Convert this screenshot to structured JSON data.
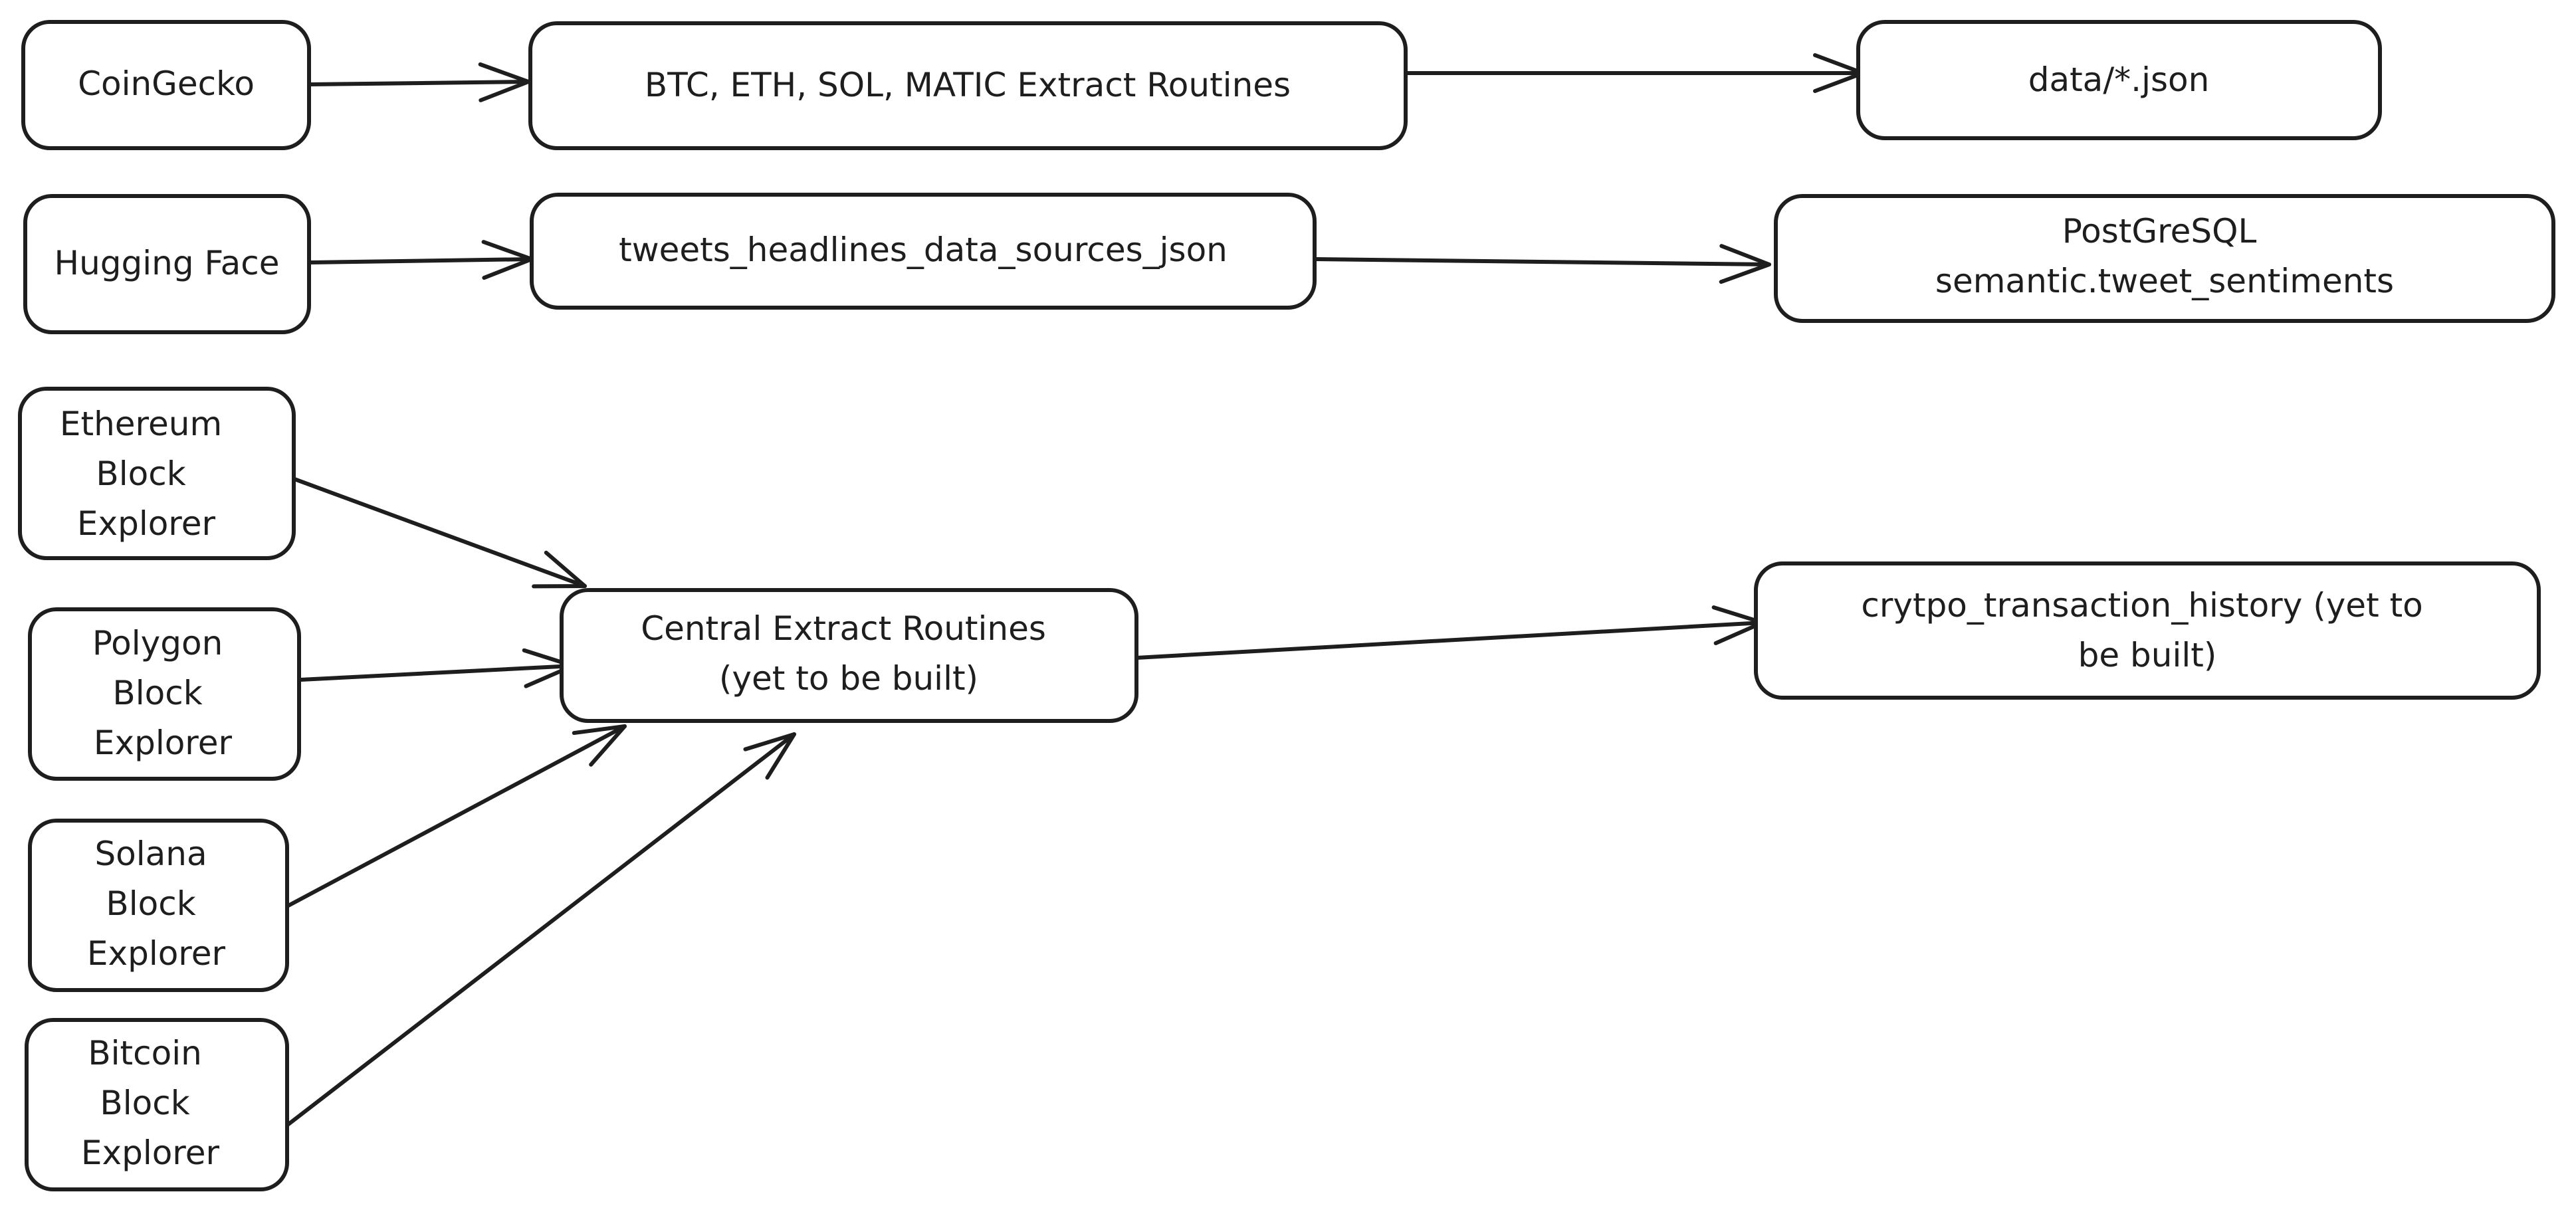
{
  "nodes": {
    "coingecko": {
      "lines": [
        "CoinGecko"
      ]
    },
    "extract_routines": {
      "lines": [
        "BTC, ETH, SOL, MATIC Extract Routines"
      ]
    },
    "data_json": {
      "lines": [
        "data/*.json"
      ]
    },
    "hugging_face": {
      "lines": [
        "Hugging Face"
      ]
    },
    "tweets_sources": {
      "lines": [
        "tweets_headlines_data_sources_json"
      ]
    },
    "postgresql": {
      "lines": [
        "PostGreSQL",
        "semantic.tweet_sentiments"
      ]
    },
    "ethereum_explorer": {
      "lines": [
        "Ethereum",
        "Block",
        "Explorer"
      ]
    },
    "polygon_explorer": {
      "lines": [
        "Polygon",
        "Block",
        "Explorer"
      ]
    },
    "solana_explorer": {
      "lines": [
        "Solana",
        "Block",
        "Explorer"
      ]
    },
    "bitcoin_explorer": {
      "lines": [
        "Bitcoin",
        "Block",
        "Explorer"
      ]
    },
    "central_routines": {
      "lines": [
        "Central Extract Routines",
        "(yet to be built)"
      ]
    },
    "transaction_history": {
      "lines": [
        "crytpo_transaction_history (yet to",
        "be built)"
      ]
    }
  },
  "colors": {
    "stroke": "#1e1e1e",
    "background": "#ffffff"
  }
}
